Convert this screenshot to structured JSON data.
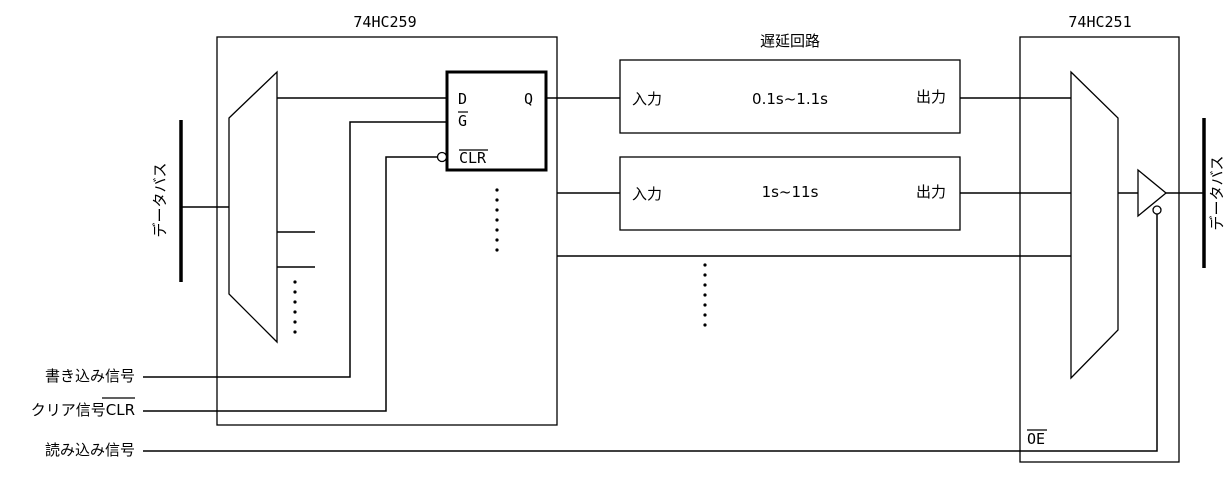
{
  "chips": {
    "latch": "74HC259",
    "mux": "74HC251"
  },
  "delay": {
    "title": "遅延回路",
    "input_label": "入力",
    "output_label": "出力",
    "ranges": [
      "0.1s~1.1s",
      "1s~11s"
    ]
  },
  "flipflop": {
    "d": "D",
    "q": "Q",
    "g": "G",
    "clr": "CLR"
  },
  "pins": {
    "oe": "OE"
  },
  "signals": {
    "write": "書き込み信号",
    "clear_prefix": "クリア信号",
    "clear_suffix": "CLR",
    "read": "読み込み信号"
  },
  "bus": {
    "label": "データバス"
  }
}
